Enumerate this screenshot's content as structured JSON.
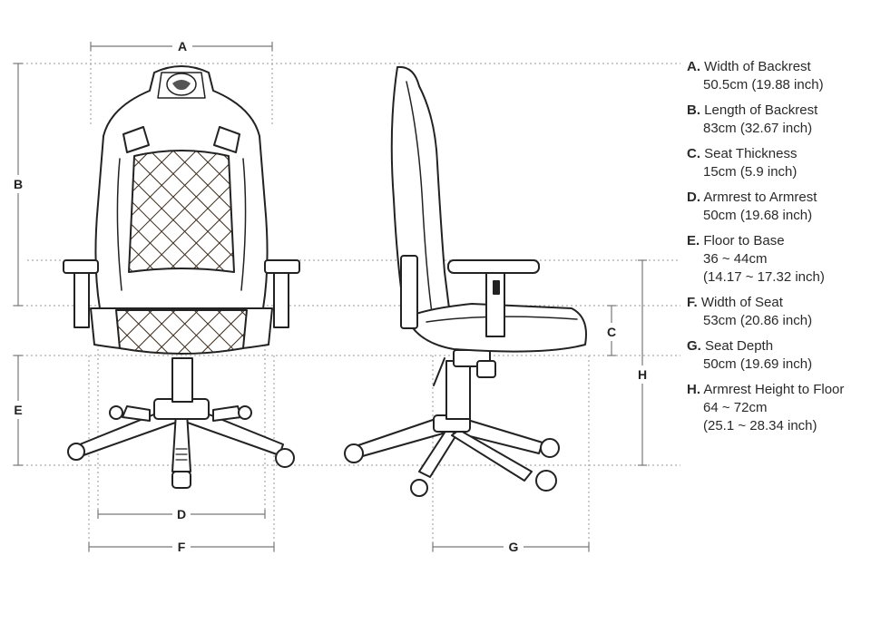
{
  "letters": {
    "A": "A",
    "B": "B",
    "C": "C",
    "D": "D",
    "E": "E",
    "F": "F",
    "G": "G",
    "H": "H"
  },
  "legend": [
    {
      "letter": "A.",
      "label": "Width of Backrest",
      "values": [
        "50.5cm (19.88 inch)"
      ]
    },
    {
      "letter": "B.",
      "label": "Length of Backrest",
      "values": [
        "83cm (32.67 inch)"
      ]
    },
    {
      "letter": "C.",
      "label": "Seat Thickness",
      "values": [
        "15cm (5.9 inch)"
      ]
    },
    {
      "letter": "D.",
      "label": "Armrest to Armrest",
      "values": [
        "50cm (19.68 inch)"
      ]
    },
    {
      "letter": "E.",
      "label": "Floor to Base",
      "values": [
        "36 ~ 44cm",
        "(14.17 ~ 17.32 inch)"
      ]
    },
    {
      "letter": "F.",
      "label": "Width of Seat",
      "values": [
        "53cm (20.86 inch)"
      ]
    },
    {
      "letter": "G.",
      "label": "Seat Depth",
      "values": [
        "50cm (19.69 inch)"
      ]
    },
    {
      "letter": "H.",
      "label": "Armrest Height to Floor",
      "values": [
        "64 ~ 72cm",
        "(25.1 ~ 28.34 inch)"
      ]
    }
  ]
}
